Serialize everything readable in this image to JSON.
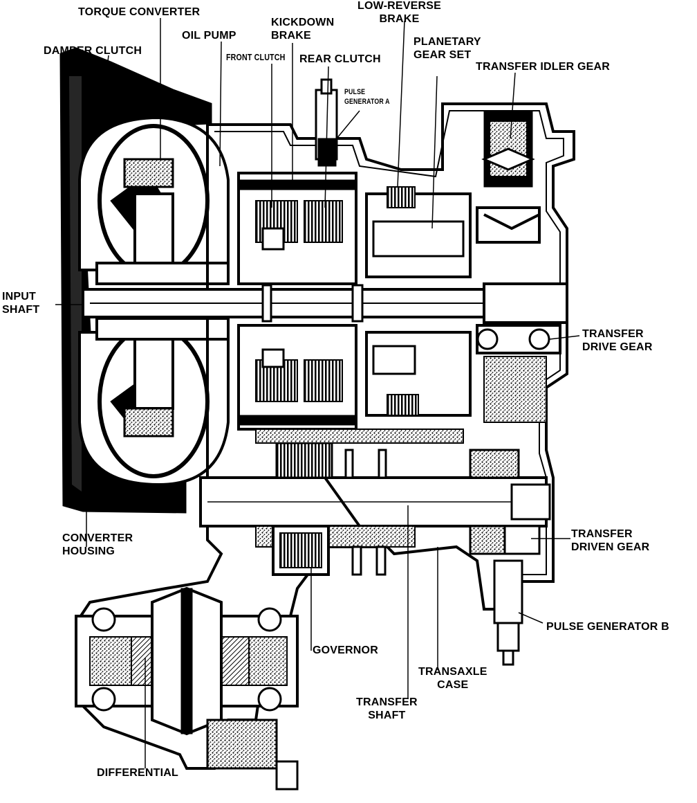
{
  "labels": {
    "torque_converter": "TORQUE CONVERTER",
    "low_reverse_brake": [
      "LOW-REVERSE",
      "BRAKE"
    ],
    "kickdown_brake": [
      "KICKDOWN",
      "BRAKE"
    ],
    "oil_pump": "OIL PUMP",
    "damper_clutch": "DAMPER CLUTCH",
    "front_clutch": "FRONT CLUTCH",
    "rear_clutch": "REAR CLUTCH",
    "planetary_gear_set": [
      "PLANETARY",
      "GEAR SET"
    ],
    "transfer_idler_gear": "TRANSFER IDLER GEAR",
    "pulse_generator_a": [
      "PULSE",
      "GENERATOR A"
    ],
    "input_shaft": [
      "INPUT",
      "SHAFT"
    ],
    "transfer_drive_gear": [
      "TRANSFER",
      "DRIVE GEAR"
    ],
    "converter_housing": [
      "CONVERTER",
      "HOUSING"
    ],
    "transfer_driven_gear": [
      "TRANSFER",
      "DRIVEN GEAR"
    ],
    "pulse_generator_b": "PULSE GENERATOR B",
    "governor": "GOVERNOR",
    "transaxle_case": [
      "TRANSAXLE",
      "CASE"
    ],
    "transfer_shaft": [
      "TRANSFER",
      "SHAFT"
    ],
    "differential": "DIFFERENTIAL"
  },
  "colors": {
    "ink": "#000000",
    "paper": "#ffffff"
  }
}
